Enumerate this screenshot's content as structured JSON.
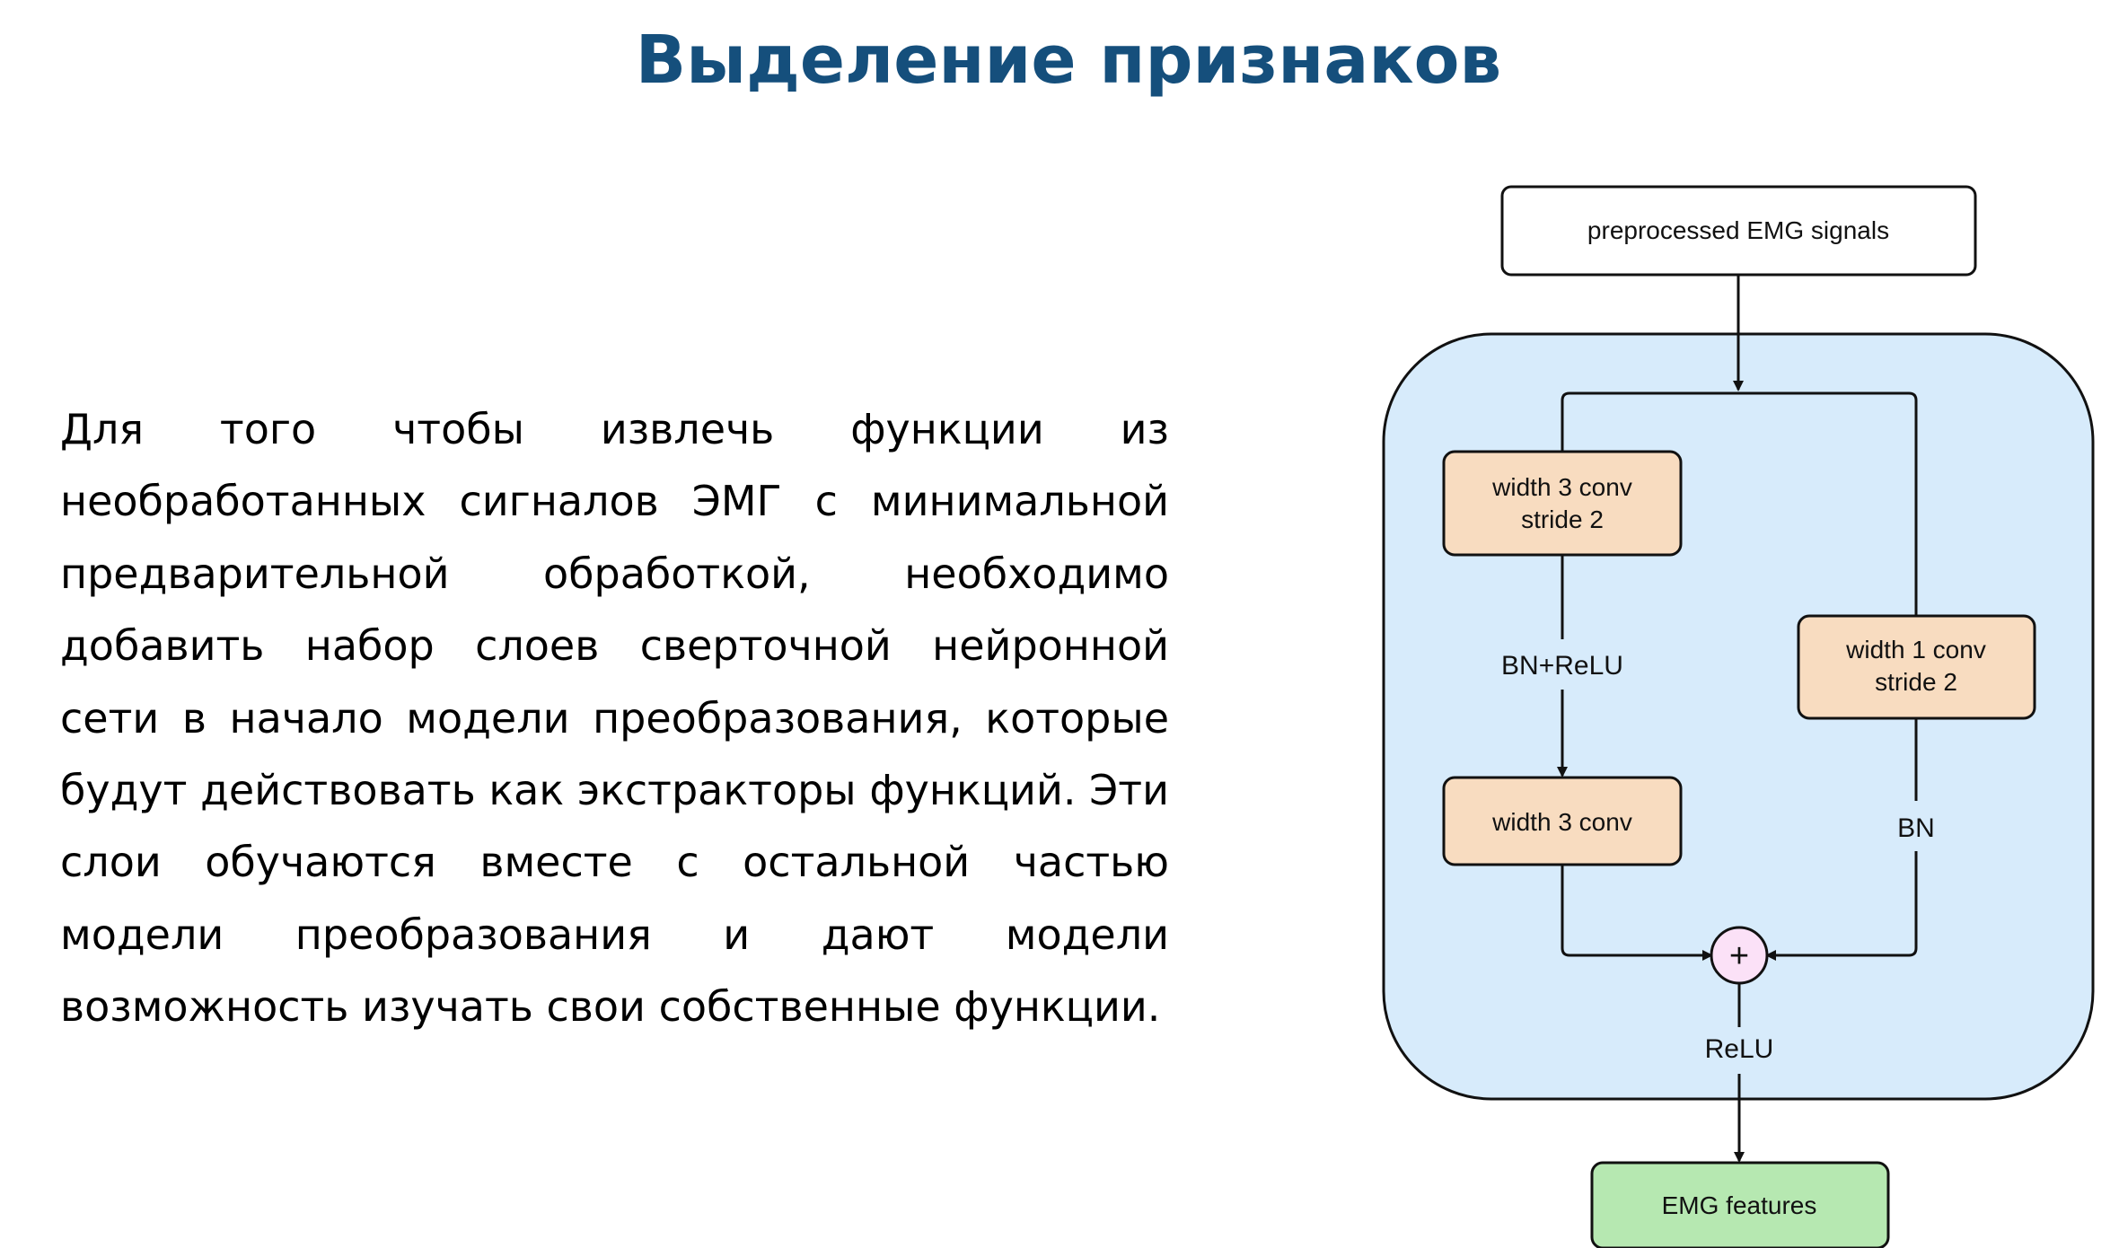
{
  "slide": {
    "title": "Выделение признаков",
    "body": "Для того чтобы извлечь функции из необработанных сигналов ЭМГ с минимальной предварительной обработкой, необходимо добавить набор слоев сверточной нейронной сети в начало модели преобразования, которые будут действовать как экстракторы функций. Эти слои обучаются вместе с остальной частью модели преобразования и дают модели возможность изучать свои собственные функции."
  },
  "diagram": {
    "input": "preprocessed EMG signals",
    "conv1_line1": "width 3 conv",
    "conv1_line2": "stride 2",
    "bn_relu": "BN+ReLU",
    "conv2": "width 3 conv",
    "skip_line1": "width 1 conv",
    "skip_line2": "stride 2",
    "bn": "BN",
    "plus": "+",
    "relu": "ReLU",
    "output": "EMG features",
    "colors": {
      "block_fill": "#d7ebfb",
      "conv_fill": "#f8dcc0",
      "plus_fill": "#fbe1f7",
      "output_fill": "#b6e8b1",
      "title": "#154f7c"
    }
  }
}
